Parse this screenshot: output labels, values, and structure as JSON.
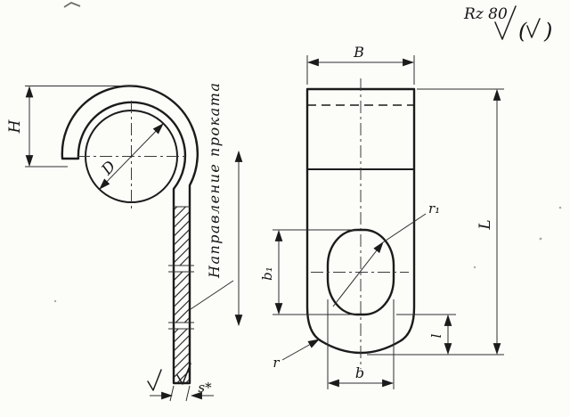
{
  "page": {
    "background_color": "#fcfcf9",
    "ink_color": "#1b1b1b"
  },
  "surface_finish": {
    "value": "Rz 80",
    "paren_open": "(",
    "paren_close": ")"
  },
  "views": {
    "side_view": {
      "labels": {
        "height": "H",
        "diameter": "D",
        "thickness": "s*",
        "rolling_direction": "Направление проката"
      }
    },
    "front_view": {
      "labels": {
        "width": "В",
        "length": "L",
        "hole_height": "b₁",
        "hole_width": "b",
        "corner_radius": "r",
        "hole_corner_radius": "r₁",
        "edge_distance": "l"
      }
    }
  }
}
